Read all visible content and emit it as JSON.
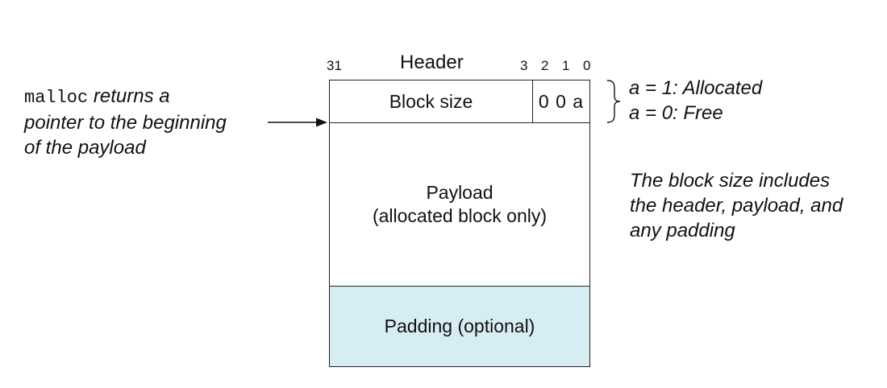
{
  "header": {
    "title": "Header",
    "bit_labels": [
      "31",
      "3",
      "2",
      "1",
      "0"
    ],
    "block_size_label": "Block size",
    "flag_bits": "0 0 a"
  },
  "payload": {
    "line1": "Payload",
    "line2": "(allocated block only)"
  },
  "padding": {
    "label": "Padding (optional)",
    "fill_color": "#d7edf4"
  },
  "annotations": {
    "malloc_code": "malloc",
    "malloc_text_1": " returns a",
    "malloc_text_2": "pointer to the beginning",
    "malloc_text_3": "of the payload",
    "flag_allocated": "a = 1: Allocated",
    "flag_free": "a = 0: Free",
    "size_note_1": "The block size includes",
    "size_note_2": "the header, payload, and",
    "size_note_3": "any padding"
  }
}
